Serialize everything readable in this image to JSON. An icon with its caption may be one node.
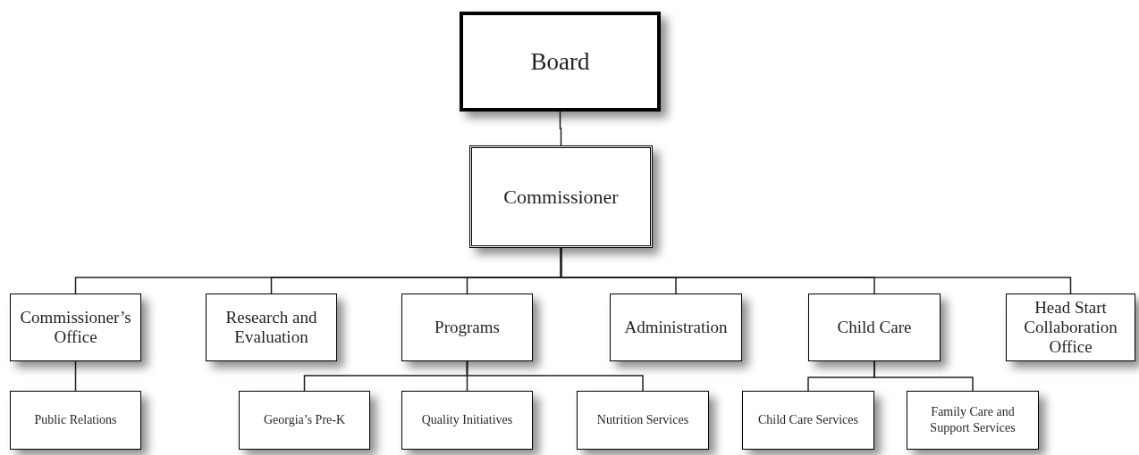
{
  "diagram": {
    "nodes": [
      {
        "text": [
          "Board"
        ]
      },
      {
        "text": [
          "Commissioner"
        ]
      },
      {
        "text": [
          "Commissioner’s Office"
        ]
      },
      {
        "text": [
          "Research and Evaluation"
        ]
      },
      {
        "text": [
          "Programs"
        ]
      },
      {
        "text": [
          "Administration"
        ]
      },
      {
        "text": [
          "Child Care"
        ]
      },
      {
        "text": [
          "Head Start Collaboration Office"
        ]
      },
      {
        "text": [
          "Public Relations"
        ]
      },
      {
        "text": [
          "Georgia’s Pre-K"
        ]
      },
      {
        "text": [
          "Quality Initiatives"
        ]
      },
      {
        "text": [
          "Nutrition Services"
        ]
      },
      {
        "text": [
          "Child Care Services"
        ]
      },
      {
        "text": [
          "Family Care and Support Services"
        ]
      }
    ],
    "edges": [
      {
        "from": 0,
        "to": 1,
        "arrow": "none"
      },
      {
        "from": 1,
        "to": 2,
        "arrow": "none"
      },
      {
        "from": 1,
        "to": 3,
        "arrow": "none"
      },
      {
        "from": 1,
        "to": 4,
        "arrow": "none"
      },
      {
        "from": 1,
        "to": 5,
        "arrow": "none"
      },
      {
        "from": 1,
        "to": 6,
        "arrow": "none"
      },
      {
        "from": 1,
        "to": 7,
        "arrow": "none"
      },
      {
        "from": 2,
        "to": 8,
        "arrow": "none"
      },
      {
        "from": 4,
        "to": 9,
        "arrow": "none"
      },
      {
        "from": 4,
        "to": 10,
        "arrow": "none"
      },
      {
        "from": 4,
        "to": 11,
        "arrow": "none"
      },
      {
        "from": 6,
        "to": 12,
        "arrow": "none"
      },
      {
        "from": 6,
        "to": 13,
        "arrow": "none"
      }
    ]
  }
}
